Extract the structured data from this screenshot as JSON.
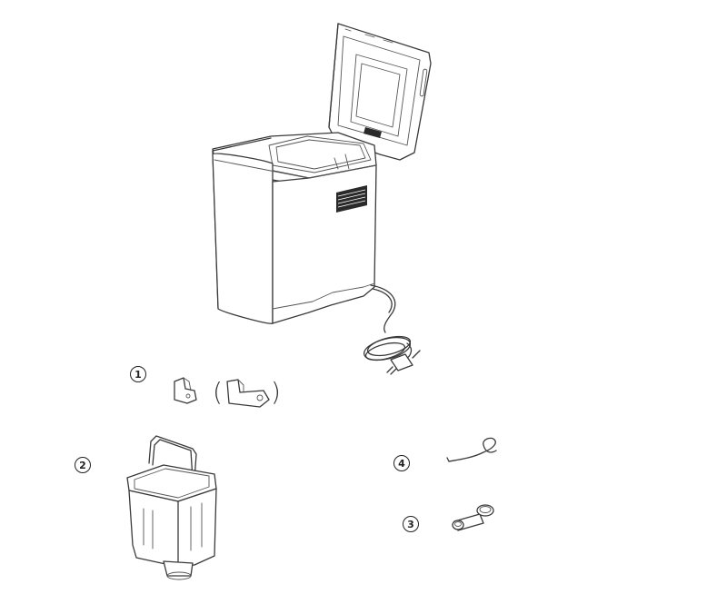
{
  "callouts": {
    "paddle": "1",
    "pan": "2",
    "spoon": "3",
    "hook": "4"
  },
  "parens": {
    "open": "(",
    "close": ")"
  },
  "colors": {
    "line": "#3a3a3a",
    "background": "#ffffff"
  }
}
